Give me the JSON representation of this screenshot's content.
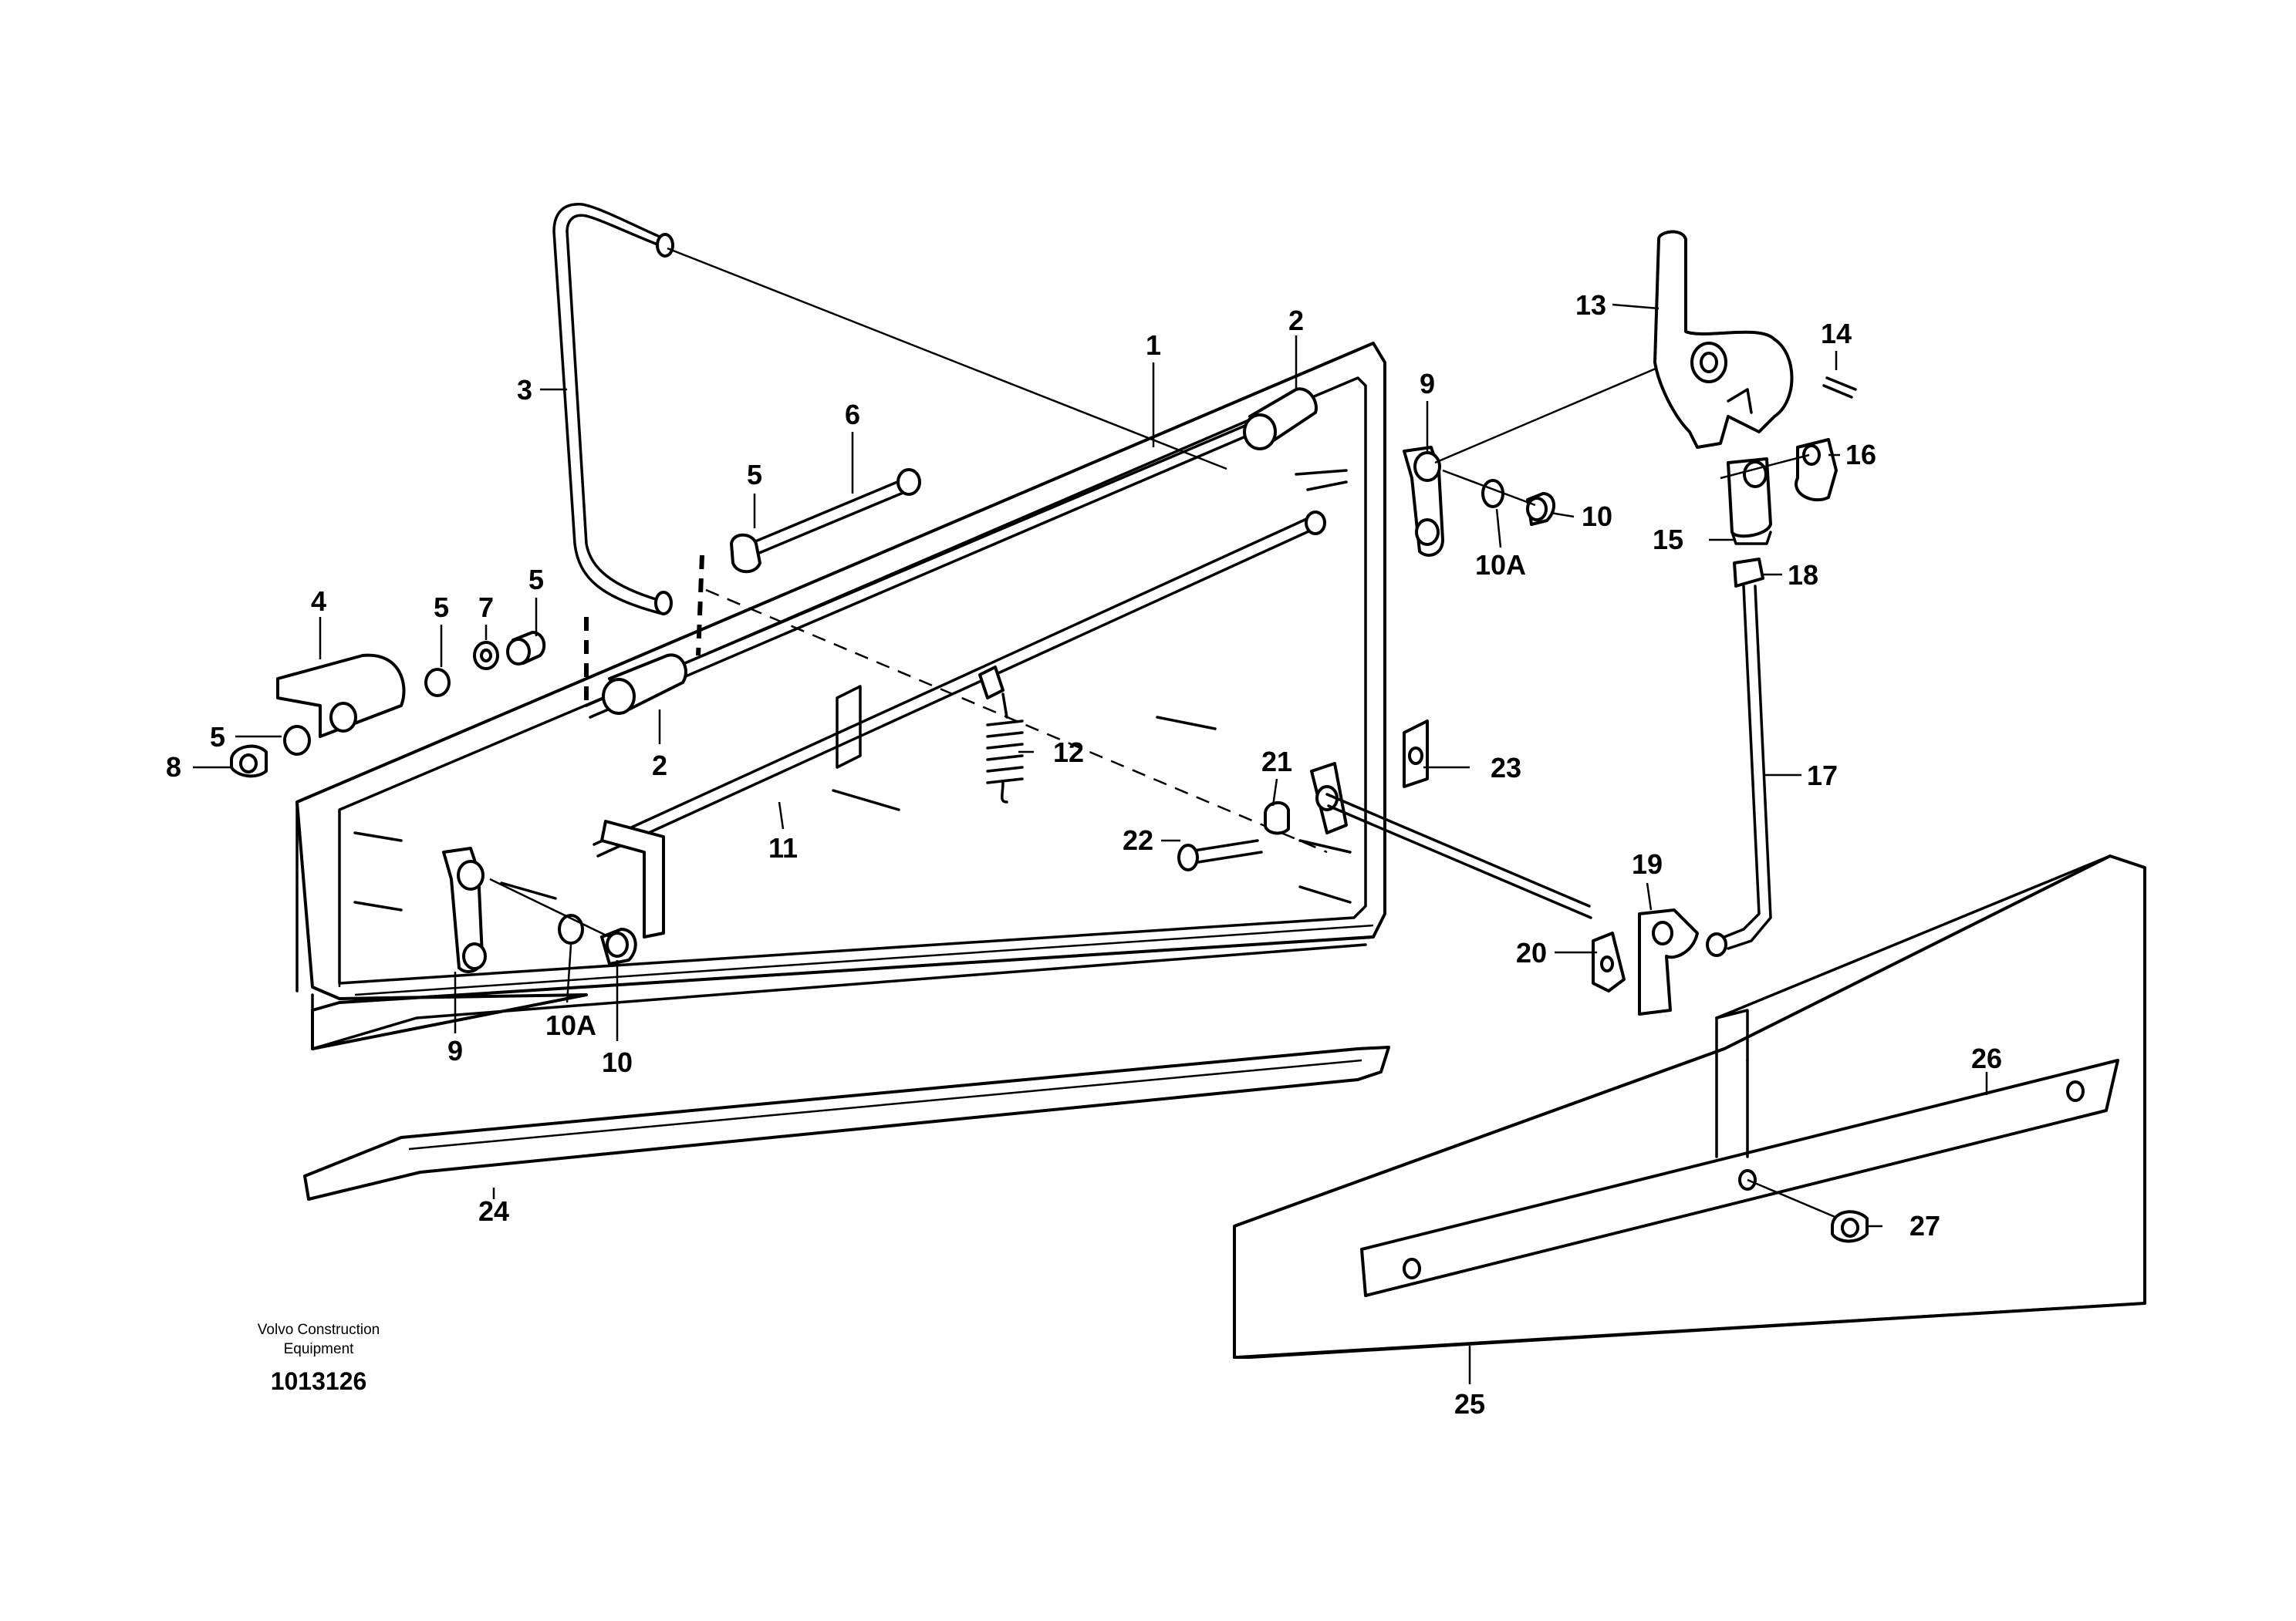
{
  "callouts": {
    "c1": "1",
    "c2a": "2",
    "c2b": "2",
    "c3": "3",
    "c4": "4",
    "c5a": "5",
    "c5b": "5",
    "c5c": "5",
    "c5d": "5",
    "c6": "6",
    "c7": "7",
    "c8": "8",
    "c9a": "9",
    "c9b": "9",
    "c10a": "10",
    "c10b": "10",
    "c10Aa": "10A",
    "c10Ab": "10A",
    "c11": "11",
    "c12": "12",
    "c13": "13",
    "c14": "14",
    "c15": "15",
    "c16": "16",
    "c17": "17",
    "c18": "18",
    "c19": "19",
    "c20": "20",
    "c21": "21",
    "c22": "22",
    "c23": "23",
    "c24": "24",
    "c25": "25",
    "c26": "26",
    "c27": "27"
  },
  "footer": {
    "credit_line1": "Volvo Construction",
    "credit_line2": "Equipment",
    "drawing_number": "1013126"
  }
}
